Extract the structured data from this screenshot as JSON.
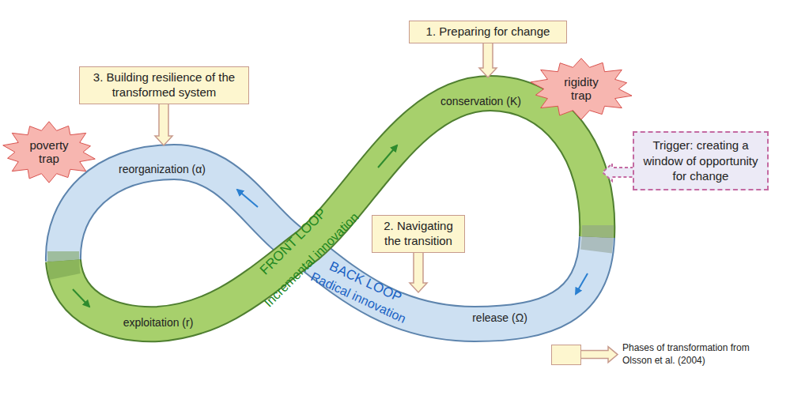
{
  "diagram": {
    "nodes": [
      {
        "text": [
          "1. Preparing for change"
        ]
      },
      {
        "text": [
          "rigidity trap"
        ]
      },
      {
        "text": [
          "3. Building resilience of the transformed system"
        ]
      },
      {
        "text": [
          "poverty trap"
        ]
      },
      {
        "text": [
          "Trigger: creating a window of opportunity for change"
        ]
      },
      {
        "text": [
          "2. Navigating the transition"
        ]
      }
    ],
    "labels": [
      "conservation (K)",
      "reorganization (α)",
      "exploitation (r)",
      "release (Ω)",
      "FRONT LOOP",
      "Incremental innovation",
      "BACK LOOP",
      "Radical innovation"
    ],
    "legend": [
      {
        "text": "Phases of transformation from Olsson et al. (2004)",
        "color": "#fdf6cf"
      }
    ]
  }
}
